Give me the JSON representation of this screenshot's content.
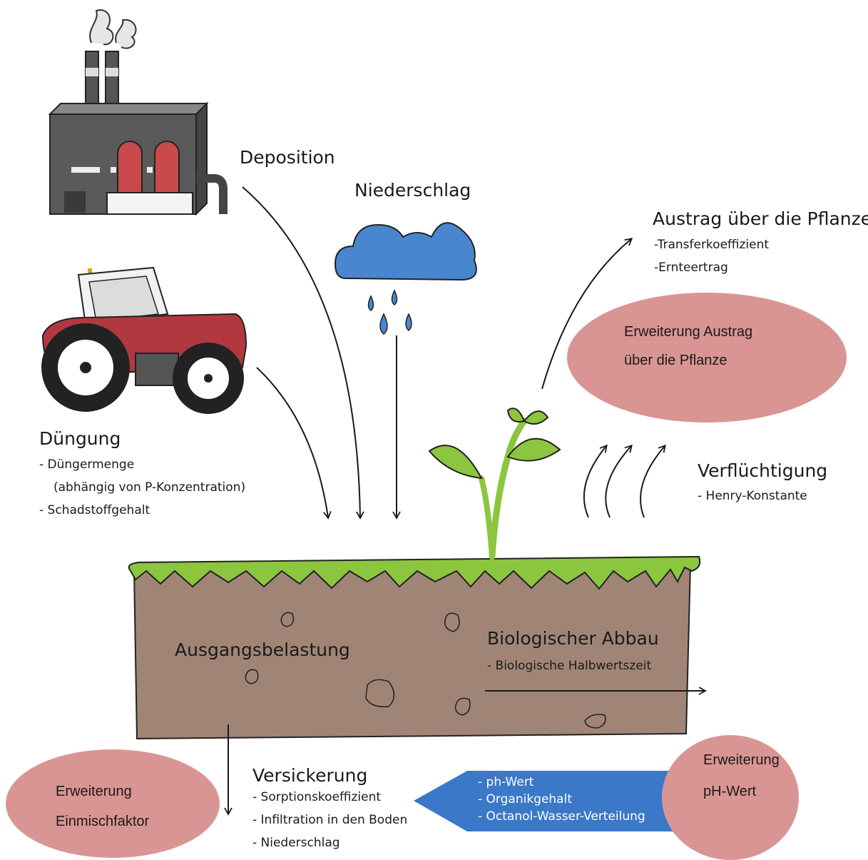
{
  "labels": {
    "deposition": "Deposition",
    "niederschlag": "Niederschlag",
    "austrag_title": "Austrag über die Pflanze",
    "austrag_items": [
      "-Transferkoeffizient",
      "-Ernteertrag"
    ],
    "duengung_title": "Düngung",
    "duengung_items": [
      "- Düngermenge",
      "(abhängig von P-Konzentration)",
      "- Schadstoffgehalt"
    ],
    "verfluechtigung_title": "Verflüchtigung",
    "verfluechtigung_items": [
      "- Henry-Konstante"
    ],
    "ausgangsbelastung": "Ausgangsbelastung",
    "abbau_title": "Biologischer Abbau",
    "abbau_items": [
      "- Biologische Halbwertszeit"
    ],
    "versickerung_title": "Versickerung",
    "versickerung_items": [
      "- Sorptionskoeffizient",
      "- Infiltration in den Boden",
      "- Niederschlag"
    ],
    "banner_items": [
      "- ph-Wert",
      "- Organikgehalt",
      "- Octanol-Wasser-Verteilung"
    ]
  },
  "extensions": {
    "austrag": [
      "Erweiterung   Austrag",
      "über die Pflanze"
    ],
    "ph": [
      "Erweiterung",
      "pH-Wert"
    ],
    "einmisch": [
      "Erweiterung",
      "Einmischfaktor"
    ]
  },
  "icons": [
    "factory-icon",
    "tractor-icon",
    "rain-cloud-icon",
    "plant-icon",
    "soil-block-icon",
    "volatilization-arrows-icon"
  ],
  "colors": {
    "ellipse": "#d99594",
    "banner": "#3b78c8",
    "cloud": "#4a86d0",
    "soil": "#a08576",
    "grass": "#8cc63f",
    "factory": "#555555",
    "factory_doors": "#c94a4a",
    "tractor": "#b2383f"
  }
}
